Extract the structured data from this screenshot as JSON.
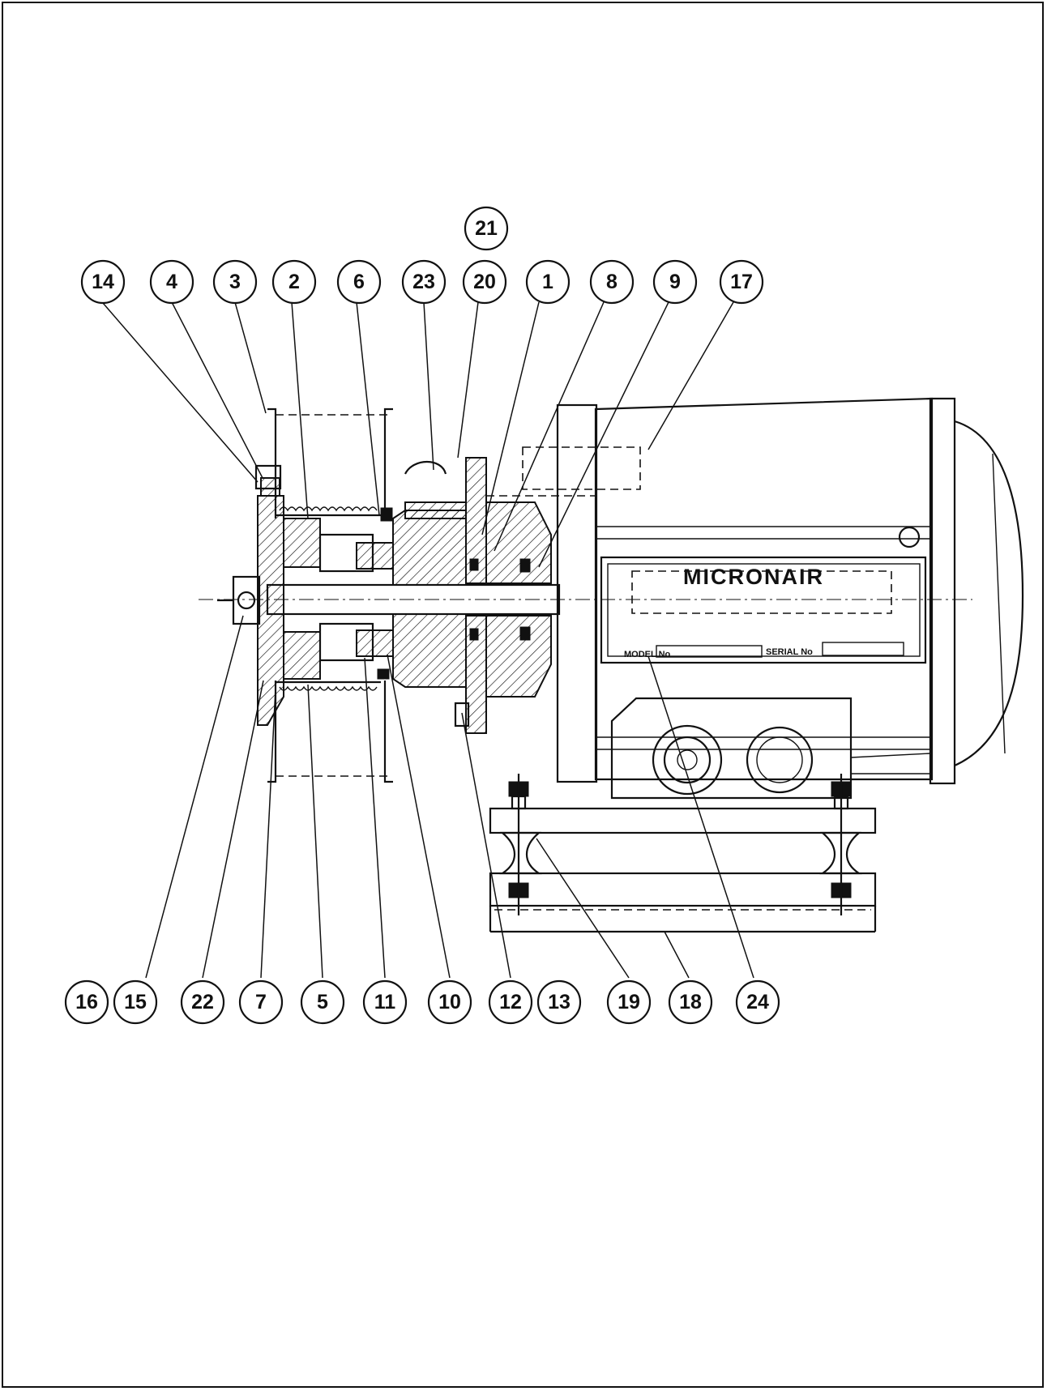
{
  "brand": {
    "name": "MICRONAIR",
    "model_label": "MODEL No",
    "serial_label": "SERIAL No"
  },
  "callouts_top": [
    "14",
    "4",
    "3",
    "2",
    "6",
    "23",
    "20",
    "1",
    "8",
    "9",
    "17"
  ],
  "callout_top_extra": "21",
  "callouts_bottom": [
    "16",
    "15",
    "22",
    "7",
    "5",
    "11",
    "10",
    "12",
    "13",
    "19",
    "18",
    "24"
  ]
}
